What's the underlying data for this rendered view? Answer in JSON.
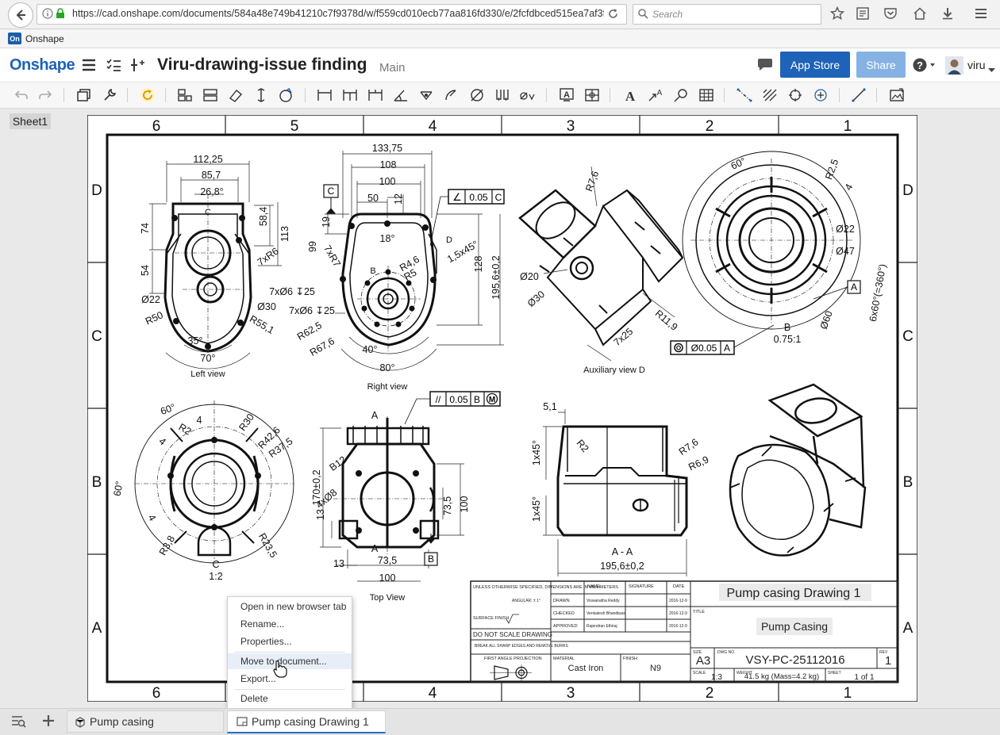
{
  "browser": {
    "url": "https://cad.onshape.com/documents/584a48e749b41210c7f9378d/w/f559cd010ecb77aa816fd330/e/2fcfdbced515ea7af3f",
    "search_placeholder": "Search",
    "bookmark": "Onshape"
  },
  "header": {
    "logo": "Onshape",
    "title": "Viru-drawing-issue finding",
    "branch": "Main",
    "app_store": "App Store",
    "share": "Share",
    "user": "viru"
  },
  "sheet": {
    "name": "Sheet1"
  },
  "drawing": {
    "zones_top": [
      "6",
      "5",
      "4",
      "3",
      "2",
      "1"
    ],
    "zones_side": [
      "D",
      "C",
      "B",
      "A"
    ],
    "views": {
      "left": "Left view",
      "right": "Right view",
      "aux": "Auxiliary view D",
      "top": "Top View",
      "detail_b": "B",
      "detail_b_scale": "0.75:1",
      "detail_c": "C",
      "detail_c_scale": "1:2",
      "section": "A - A"
    },
    "dims": {
      "d1": "112,25",
      "d2": "85,7",
      "d3": "26,8°",
      "d4": "74",
      "d5": "58,4",
      "d6": "113",
      "d7": "54",
      "d8": "7xR6",
      "d9": "7xØ6 ↧25",
      "d10": "Ø22",
      "d11": "R50",
      "d12": "Ø30",
      "d13": "R55,1",
      "d14": "35°",
      "d15": "70°",
      "e1": "133,75",
      "e2": "108",
      "e3": "100",
      "e4": "50",
      "e5": "12",
      "e6": "19",
      "e7": "18°",
      "e8": "99",
      "e9": "7xR7",
      "e10": "R5",
      "e11": "R4,6",
      "e12": "1,5x45°",
      "e13": "128",
      "e14": "195,6±0,2",
      "e15": "7xØ6 ↧25",
      "e16": "R62,5",
      "e17": "R67,6",
      "e18": "40°",
      "e19": "80°",
      "f1": "R7,6",
      "f2": "Ø20",
      "f3": "Ø30",
      "f4": "R11,9",
      "f5": "7x25",
      "g1": "60°",
      "g2": "R2,5",
      "g3": "4",
      "g4": "Ø22",
      "g5": "Ø47",
      "g6": "6x60°(=360°)",
      "g7": "Ø60",
      "h1": "60°",
      "h2": "4",
      "h3": "R2",
      "h4": "R30",
      "h5": "R42,6",
      "h6": "R37,5",
      "h7": "60°",
      "h8": "4",
      "h9": "4",
      "h10": "R3,8",
      "h11": "R23,5",
      "i1": "A",
      "i2": "B12",
      "i3": "170±0,2",
      "i4": "4xØ8",
      "i5": "13",
      "i6": "73,5",
      "i7": "100",
      "i8": "A",
      "i9": "13",
      "i10": "73,5",
      "i11": "100",
      "j1": "5,1",
      "j2": "R2",
      "j3": "R7,6",
      "j4": "R6,9",
      "j5": "1x45°",
      "j6": "1x45°",
      "j7": "195,6±0,2"
    },
    "gdt1": {
      "symbol": "∠",
      "value": "0.05",
      "datum": "C"
    },
    "gdt2": {
      "symbol": "//",
      "value": "0.05",
      "datum": "B",
      "mod": "M"
    },
    "gdt3": {
      "symbol": "◎",
      "value": "Ø0.05",
      "datum": "A"
    },
    "datum_c": "C",
    "datum_a": "A",
    "datum_b": "B",
    "label_d": "D",
    "title_block": {
      "notes": "UNLESS OTHERWISE SPECIFIED, DIMENSIONS ARE IN MILLIMETERS",
      "angular": "ANGULAR: ± 1°",
      "surface": "SURFACE FINISH",
      "no_scale": "DO NOT SCALE DRAWING",
      "break_edges": "BREAK ALL SHARP EDGES AND REMOVE BURRS",
      "projection": "FIRST ANGLE PROJECTION",
      "h_name": "NAME",
      "h_sig": "SIGNATURE",
      "h_date": "DATE",
      "drawn": "DRAWN",
      "checked": "CHECKED",
      "approved": "APPROVED",
      "drawn_name": "Viswanatha Reddy",
      "checked_name": "Venkatesh Bhandiwad",
      "approved_name": "Rajendran Ethiraj",
      "drawn_date": "2016-12-9",
      "checked_date": "2016-12-9",
      "approved_date": "2016-12-9",
      "material_h": "MATERIAL",
      "material": "Cast Iron",
      "finish_h": "FINISH",
      "finish": "N9",
      "drawing_title": "Pump casing Drawing 1",
      "title_h": "TITLE",
      "title": "Pump Casing",
      "size_h": "SIZE",
      "size": "A3",
      "dwg_h": "DWG NO",
      "dwg": "VSY-PC-25112016",
      "rev_h": "REV",
      "rev": "1",
      "scale_h": "SCALE",
      "scale": "1:3",
      "weight_h": "WEIGHT",
      "weight": "41.5 kg (Mass=4.2 kg)",
      "sheet_h": "SHEET",
      "sheet": "1 of 1"
    }
  },
  "context_menu": {
    "items": [
      "Open in new browser tab",
      "Rename...",
      "Properties...",
      "Move to document...",
      "Export...",
      "Delete"
    ]
  },
  "tabs": {
    "part": "Pump casing",
    "drawing": "Pump casing Drawing 1"
  }
}
